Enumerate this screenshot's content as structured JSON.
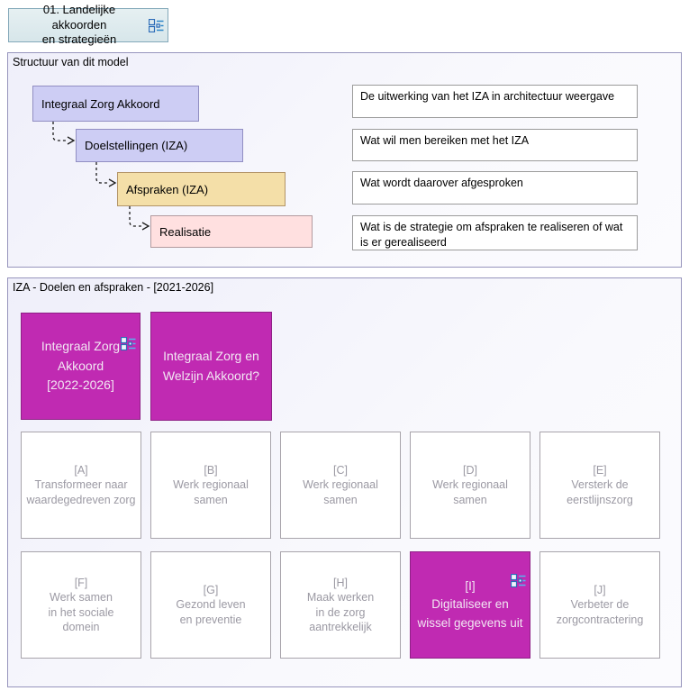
{
  "header": {
    "title": "01. Landelijke akkoorden\nen strategieën"
  },
  "structure": {
    "title": "Structuur van dit model",
    "nodes": [
      {
        "label": "Integraal Zorg Akkoord",
        "note": "De uitwerking van het IZA in architectuur weergave"
      },
      {
        "label": "Doelstellingen (IZA)",
        "note": "Wat wil men bereiken met het IZA"
      },
      {
        "label": "Afspraken (IZA)",
        "note": "Wat wordt daarover afgesproken"
      },
      {
        "label": "Realisatie",
        "note": "Wat is de strategie om afspraken te realiseren of wat is er gerealiseerd"
      }
    ]
  },
  "iza": {
    "title": "IZA - Doelen en afspraken - [2021-2026]",
    "agreements": [
      {
        "label": "Integraal Zorg\nAkkoord\n[2022-2026]"
      },
      {
        "label": "Integraal Zorg en\nWelzijn Akkoord?"
      }
    ],
    "goals": [
      {
        "label": "[A]\nTransformeer naar\nwaardegedreven zorg"
      },
      {
        "label": "[B]\nWerk regionaal\nsamen"
      },
      {
        "label": "[C]\nWerk regionaal\nsamen"
      },
      {
        "label": "[D]\nWerk regionaal\nsamen"
      },
      {
        "label": "[E]\nVersterk de\neerstlijnszorg"
      },
      {
        "label": "[F]\nWerk samen\nin het sociale\ndomein"
      },
      {
        "label": "[G]\nGezond leven\nen preventie"
      },
      {
        "label": "[H]\nMaak werken\nin de zorg\naantrekkelijk"
      },
      {
        "label": "[I]\nDigitaliseer en\nwissel gegevens uit"
      },
      {
        "label": "[J]\nVerbeter de\nzorgcontractering"
      }
    ]
  },
  "colors": {
    "accent_magenta": "#C02AB2",
    "magenta_border": "#8E2086",
    "lavender": "#CDCDF4",
    "tan": "#F4DFA8",
    "pink": "#FFE0E0",
    "section_border": "#9795BD",
    "grey_box_text": "#9B99A3",
    "header_fill": "#DCE9EC",
    "icon_blue": "#2B6CB8"
  }
}
